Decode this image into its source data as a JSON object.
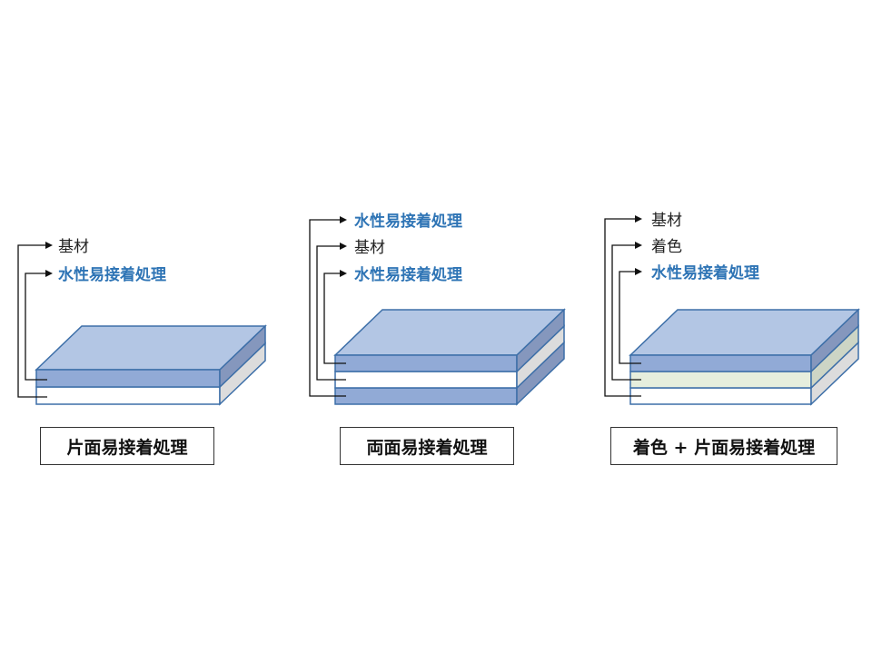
{
  "colors": {
    "coat_top": "#b3c6e4",
    "coat_front": "#91aad6",
    "coat_side": "#8597bd",
    "base_top": "#ffffff",
    "base_front": "#ffffff",
    "base_side": "#dcdcdc",
    "tint_front": "#e6eedd",
    "tint_side": "#cdd5c5",
    "stroke": "#3d6fa8",
    "label_base": "#222222",
    "label_coat": "#2e74b5"
  },
  "panels": [
    {
      "caption": "片面易接着処理",
      "labels": [
        {
          "text": "基材",
          "kind": "base"
        },
        {
          "text": "水性易接着処理",
          "kind": "coat"
        }
      ]
    },
    {
      "caption": "両面易接着処理",
      "labels": [
        {
          "text": "水性易接着処理",
          "kind": "coat"
        },
        {
          "text": "基材",
          "kind": "base"
        },
        {
          "text": "水性易接着処理",
          "kind": "coat"
        }
      ]
    },
    {
      "caption": "着色 + 片面易接着処理",
      "labels": [
        {
          "text": "基材",
          "kind": "base"
        },
        {
          "text": "着色",
          "kind": "base"
        },
        {
          "text": "水性易接着処理",
          "kind": "coat"
        }
      ]
    }
  ]
}
